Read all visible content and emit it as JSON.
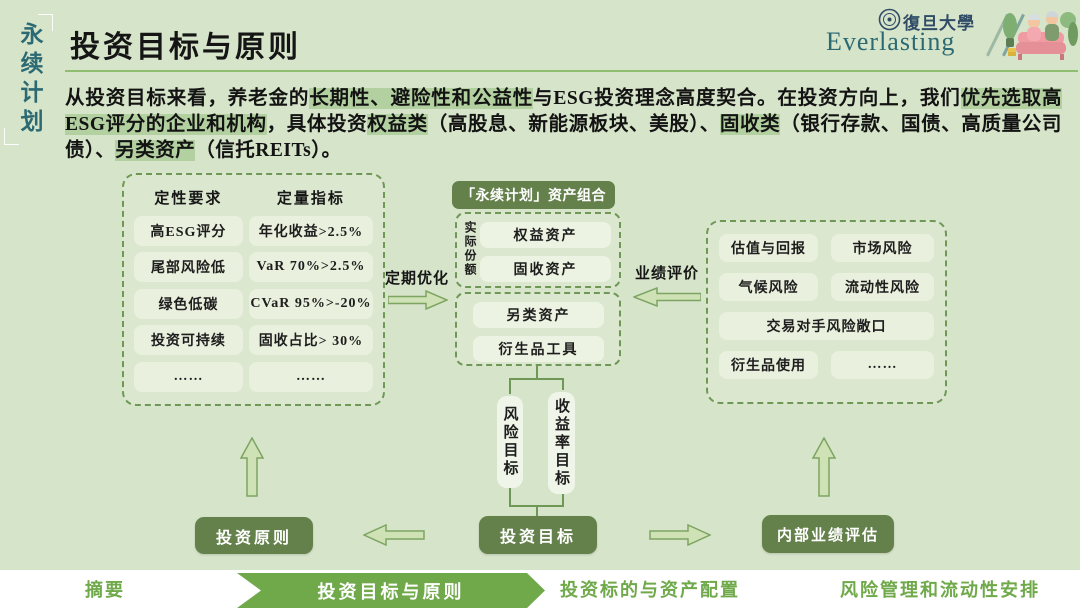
{
  "slide": {
    "sidebar_label": "永续计划",
    "header": {
      "title": "投资目标与原则",
      "university": "復旦大學",
      "brand": "Everlasting"
    },
    "intro": {
      "segments": [
        {
          "text": "从投资目标来看，养老金的",
          "highlight": false
        },
        {
          "text": "长期性、避险性和公益性",
          "highlight": true
        },
        {
          "text": "与ESG投资理念高度契合。在投资方向上，我们",
          "highlight": false
        },
        {
          "text": "优先选取高 ESG评分的企业和机构",
          "highlight": true
        },
        {
          "text": "，具体投资",
          "highlight": false
        },
        {
          "text": "权益类",
          "highlight": true
        },
        {
          "text": "（高股息、新能源板块、美股）、",
          "highlight": false
        },
        {
          "text": "固收类",
          "highlight": true
        },
        {
          "text": "（银行存款、国债、高质量公司债）、",
          "highlight": false
        },
        {
          "text": "另类资产",
          "highlight": true
        },
        {
          "text": "（信托REITs）。",
          "highlight": false
        }
      ]
    },
    "criteria_box": {
      "qualitative_header": "定性要求",
      "quantitative_header": "定量指标",
      "qualitative": [
        "高ESG评分",
        "尾部风险低",
        "绿色低碳",
        "投资可持续",
        "……"
      ],
      "quantitative": [
        "年化收益>2.5%",
        "VaR 70%>2.5%",
        "CVaR 95%>-20%",
        "固收占比> 30%",
        "……"
      ]
    },
    "portfolio_box": {
      "header": "「永续计划」资产组合",
      "share_label": "实际份额",
      "primary_assets": [
        "权益资产",
        "固收资产"
      ],
      "secondary_assets": [
        "另类资产",
        "衍生品工具"
      ]
    },
    "risk_box": {
      "cells": [
        "估值与回报",
        "市场风险",
        "气候风险",
        "流动性风险",
        "交易对手风险敞口",
        "衍生品使用",
        "……"
      ]
    },
    "flow": {
      "optimize_label": "定期优化",
      "evaluate_label": "业绩评价",
      "risk_goal": "风险目标",
      "return_goal": "收益率目标",
      "principles_button": "投资原则",
      "goal_button": "投资目标",
      "internal_eval_button": "内部业绩评估"
    },
    "nav": {
      "items": [
        "摘要",
        "投资目标与原则",
        "投资标的与资产配置",
        "风险管理和流动性安排"
      ]
    }
  },
  "colors": {
    "background": "#d6e4c9",
    "dark_green": "#64814b",
    "nav_green": "#6fa94a",
    "dashed_border": "#6f9857",
    "highlight": "#b3d0a0",
    "teal": "#2c6a73"
  }
}
